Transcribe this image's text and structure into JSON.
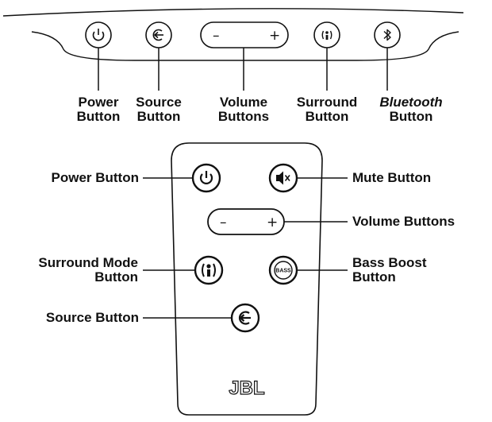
{
  "soundbar": {
    "power_label": [
      "Power",
      "Button"
    ],
    "source_label": [
      "Source",
      "Button"
    ],
    "volume_label": [
      "Volume",
      "Buttons"
    ],
    "surround_label": [
      "Surround",
      "Button"
    ],
    "bluetooth_label": [
      "Bluetooth",
      "Button"
    ],
    "volume_minus": "–",
    "volume_plus": "+"
  },
  "remote": {
    "power_label": "Power Button",
    "mute_label": "Mute Button",
    "volume_label": "Volume Buttons",
    "surround_label": [
      "Surround Mode",
      "Button"
    ],
    "bass_label": [
      "Bass Boost",
      "Button"
    ],
    "source_label": "Source Button",
    "volume_minus": "–",
    "volume_plus": "+",
    "bass_icon_text": "BASS",
    "brand": "JBL"
  },
  "colors": {
    "ink": "#111111",
    "background": "#ffffff"
  },
  "icons": [
    "power-icon",
    "source-icon",
    "surround-icon",
    "bluetooth-icon",
    "mute-icon",
    "bass-boost-icon"
  ]
}
